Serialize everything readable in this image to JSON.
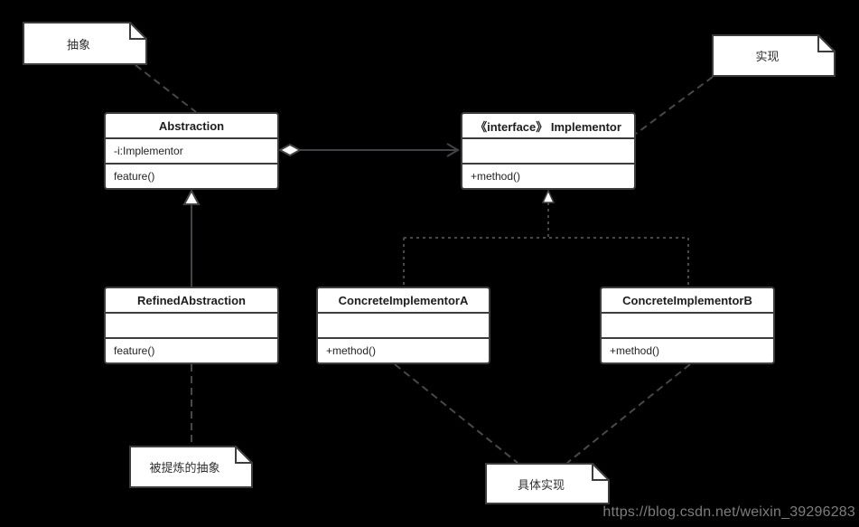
{
  "diagram": {
    "title": "Bridge pattern UML class diagram",
    "colors": {
      "background": "#000000",
      "box_fill": "#ffffff",
      "border": "#3d3d3f",
      "connector": "#48484c",
      "watermark_text": "#7d7d7d"
    },
    "classes": {
      "abstraction": {
        "title": "Abstraction",
        "attribute": "-i:Implementor",
        "method": "feature()"
      },
      "implementor": {
        "title": "《interface》 Implementor",
        "attribute": "",
        "method": "+method()"
      },
      "refined_abstraction": {
        "title": "RefinedAbstraction",
        "attribute": "",
        "method": "feature()"
      },
      "concrete_implementor_a": {
        "title": "ConcreteImplementorA",
        "attribute": "",
        "method": "+method()"
      },
      "concrete_implementor_b": {
        "title": "ConcreteImplementorB",
        "attribute": "",
        "method": "+method()"
      }
    },
    "notes": {
      "abstract": {
        "label": "抽象"
      },
      "implement": {
        "label": "实现"
      },
      "refined": {
        "label": "被提炼的抽象"
      },
      "concrete": {
        "label": "具体实现"
      }
    },
    "relationships": [
      {
        "from": "Abstraction",
        "to": "《interface》 Implementor",
        "type": "aggregation-association"
      },
      {
        "from": "RefinedAbstraction",
        "to": "Abstraction",
        "type": "generalization"
      },
      {
        "from": "ConcreteImplementorA",
        "to": "《interface》 Implementor",
        "type": "realization"
      },
      {
        "from": "ConcreteImplementorB",
        "to": "《interface》 Implementor",
        "type": "realization"
      },
      {
        "from": "抽象",
        "to": "Abstraction",
        "type": "note-link"
      },
      {
        "from": "实现",
        "to": "《interface》 Implementor",
        "type": "note-link"
      },
      {
        "from": "被提炼的抽象",
        "to": "RefinedAbstraction",
        "type": "note-link"
      },
      {
        "from": "具体实现",
        "to": "ConcreteImplementorA",
        "type": "note-link"
      },
      {
        "from": "具体实现",
        "to": "ConcreteImplementorB",
        "type": "note-link"
      }
    ],
    "watermark": {
      "text": "https://blog.csdn.net/weixin_39296283"
    }
  }
}
